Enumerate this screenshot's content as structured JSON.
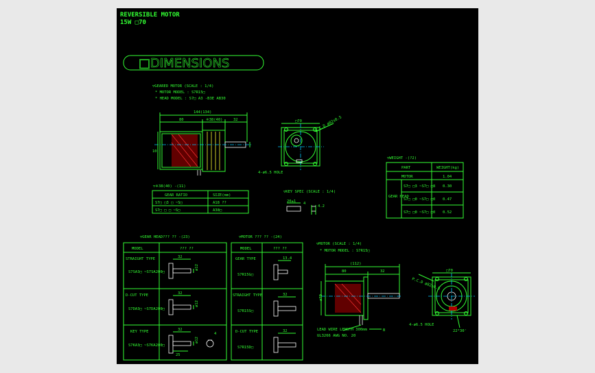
{
  "title": {
    "line1": "REVERSIBLE MOTOR",
    "line2": "15W  □70"
  },
  "dimensions_banner": "□DIMENSIONS",
  "geared_motor": {
    "heading": "▽GEARED MOTOR (SCALE : 1/4)",
    "motor_model": "* MOTOR MODEL : S7R15□",
    "head_model": "* HEAD MODEL : S7□ A3  -B3E  AB30",
    "dim_total": "144(134)",
    "dim_body": "80",
    "dim_head": "※38(40)",
    "dim_32": "32",
    "dim_side": "10",
    "hole_note": "4-ø6.5 HOLE",
    "pcd_note": "P.C.D ø82±0.5",
    "box_70": "□70"
  },
  "gear_ratio_table": {
    "heading": "▽※38(40) -(11)",
    "headers": [
      "GEAR RATIO",
      "SIZE(mm)"
    ],
    "rows": [
      [
        "S7□ □3 □ ~S□",
        "A18 ??"
      ],
      [
        "S7□ □  □ ~S□",
        "A38□"
      ]
    ]
  },
  "key_spec": {
    "heading": "▽KEY SPEC (SCALE : 1/4)",
    "dim_a": "20±1",
    "dim_b": "4",
    "dim_c": "4.2"
  },
  "weight_table": {
    "heading": "▽WEIGHT -(?2)",
    "headers": [
      "PART",
      "WEIGHT(kg)"
    ],
    "rows": [
      [
        "MOTOR",
        "",
        "1.04"
      ],
      [
        "GEAR HEAD",
        "S7□ □3 ~S7□ □8",
        "0.30"
      ],
      [
        "",
        "S7□ □0 ~S7□ □0",
        "0.47"
      ],
      [
        "",
        "S7□ □0 ~S7□ □0",
        "0.52"
      ]
    ],
    "gear_head_label": "GEAR HEAD"
  },
  "gear_head_table": {
    "heading": "▽GEAR HEAD??? ??   -(23)",
    "headers": [
      "MODEL",
      "??? ??"
    ],
    "rows": [
      {
        "type": "STRAIGHT TYPE",
        "model": "S7SA3□ ~S7SA200□",
        "dim_top": "32",
        "dim_side": "ø12"
      },
      {
        "type": "D-CUT TYPE",
        "model": "S7DA3□ ~S7DA200□",
        "dim_top": "32",
        "dim_side": "ø12"
      },
      {
        "type": "KEY TYPE",
        "model": "S7KA3□ ~S7KA200□",
        "dim_top": "32",
        "dim_side": "ø12",
        "dim_extra": "25",
        "dim_key": "4"
      }
    ]
  },
  "motor_table": {
    "heading": "▽MOTOR ??? ??   -(24)",
    "headers": [
      "MODEL",
      "??? ??"
    ],
    "rows": [
      {
        "type": "GEAR TYPE",
        "model": "S7R15G□",
        "dim": "13.4"
      },
      {
        "type": "STRAIGHT TYPE",
        "model": "S7R15S□",
        "dim": "32"
      },
      {
        "type": "D-CUT TYPE",
        "model": "S7R15D□",
        "dim": "32"
      }
    ]
  },
  "motor_view": {
    "heading": "▽MOTOR (SCALE : 1/4)",
    "motor_model": "* MOTOR MODEL : S7R15□",
    "dim_total": "(112)",
    "dim_body": "80",
    "dim_shaft": "32",
    "dim_70": "ø70",
    "lead_note1": "LEAD WIRE LENGTH 300mm",
    "lead_note2": "UL3266 AWG NO. 20",
    "hole_note": "4-ø6.5 HOLE",
    "pcd_note": "P.C.D ø82±0.5",
    "box_70": "□70",
    "note_b": "B",
    "dim_bottom": "22°30'"
  }
}
